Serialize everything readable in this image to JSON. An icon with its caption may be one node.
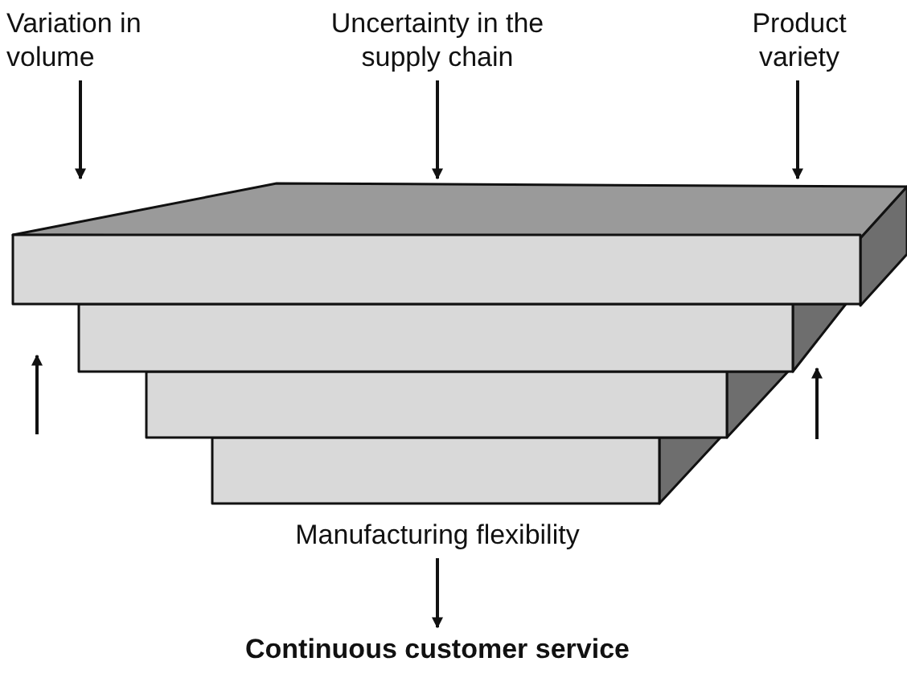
{
  "diagram": {
    "nodes": [
      {
        "text": [
          "Variation in volume"
        ]
      },
      {
        "text": [
          "Uncertainty in the supply chain"
        ]
      },
      {
        "text": [
          "Product variety"
        ]
      },
      {
        "text": [],
        "shape": "box"
      },
      {
        "text": [],
        "shape": "box"
      },
      {
        "text": [],
        "shape": "box"
      },
      {
        "text": [],
        "shape": "box"
      },
      {
        "text": [
          "Manufacturing flexibility"
        ]
      },
      {
        "text": [
          "Continuous customer service"
        ]
      }
    ],
    "edges": [
      {
        "from": 0,
        "to": 3,
        "arrow": "to"
      },
      {
        "from": 1,
        "to": 3,
        "arrow": "to"
      },
      {
        "from": 2,
        "to": 3,
        "arrow": "to"
      },
      {
        "from": 7,
        "to": 8,
        "arrow": "to"
      }
    ]
  }
}
